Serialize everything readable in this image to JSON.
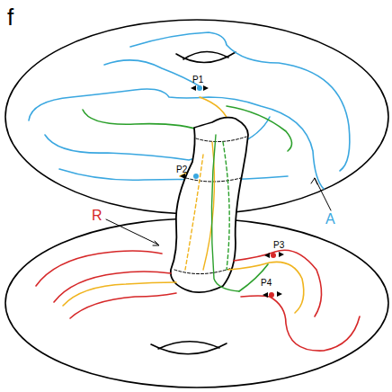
{
  "diagram": {
    "labels": [
      "f",
      "P1",
      "P2",
      "P3",
      "P4",
      "R",
      "A"
    ]
  }
}
